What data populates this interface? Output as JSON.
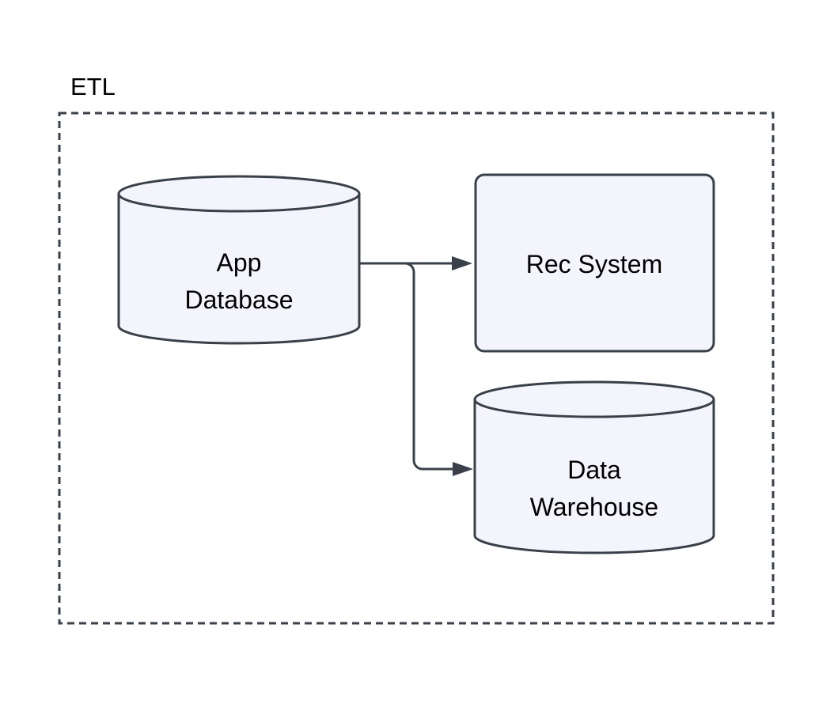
{
  "diagram": {
    "type": "flowchart",
    "background": "#ffffff",
    "colors": {
      "node_fill": "#f4f4fc",
      "node_stroke": "#3a4049",
      "edge_stroke": "#3a4049",
      "text": "#000000",
      "group_border": "#3a4049"
    },
    "group": {
      "label": "ETL",
      "border_style": "dashed"
    },
    "nodes": [
      {
        "id": "app-database",
        "shape": "cylinder",
        "lines": [
          "App",
          "Database"
        ],
        "line1": "App",
        "line2": "Database"
      },
      {
        "id": "rec-system",
        "shape": "rounded-rectangle",
        "lines": [
          "Rec System"
        ],
        "line1": "Rec System",
        "line2": ""
      },
      {
        "id": "data-warehouse",
        "shape": "cylinder",
        "lines": [
          "Data",
          "Warehouse"
        ],
        "line1": "Data",
        "line2": "Warehouse"
      }
    ],
    "edges": [
      {
        "id": "edge-app-database-to-rec-system",
        "from": "app-database",
        "to": "rec-system",
        "label": "",
        "arrowhead": "filled-triangle"
      },
      {
        "id": "edge-app-database-to-data-warehouse",
        "from": "app-database",
        "to": "data-warehouse",
        "label": "",
        "arrowhead": "filled-triangle"
      }
    ]
  }
}
